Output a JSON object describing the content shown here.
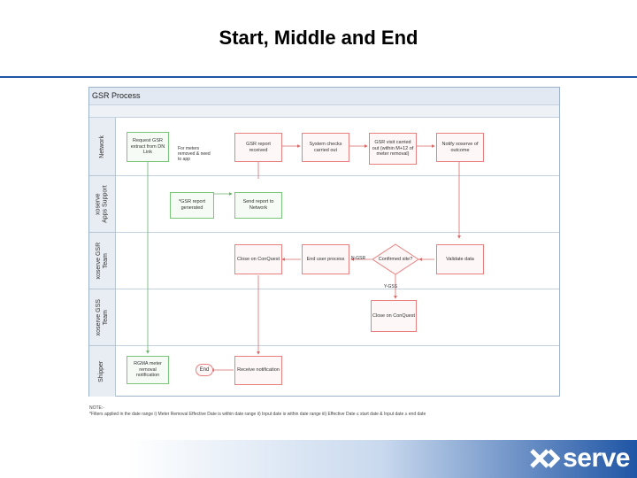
{
  "slide": {
    "title": "Start, Middle and End"
  },
  "diagram": {
    "header": "GSR Process",
    "lanes": [
      {
        "label": "Network"
      },
      {
        "label": "xoserve\nApps Support"
      },
      {
        "label": "xoserve GSR\nTeam"
      },
      {
        "label": "xoserve GSS\nTeam"
      },
      {
        "label": "Shipper"
      }
    ],
    "nodes": {
      "request_gsr": "Request GSR extract from DN Link",
      "gsr_received": "GSR report received",
      "system_checks": "System checks carried out",
      "gsr_visit": "GSR visit carried out (within M+12 of meter removal)",
      "notify_xoserve": "Notify xoserve of outcome",
      "gsr_generated": "*GSR report generated",
      "send_report": "Send report to Network",
      "close_conquest_1": "Close on ConQuest",
      "end_user_process": "End user process",
      "confirmed_site": "Confirmed site?",
      "validate_data": "Validate data",
      "close_conquest_2": "Close on ConQuest",
      "rgma_removal": "RGMA meter removal notification",
      "end": "End",
      "receive_notification": "Receive notification"
    },
    "note_meters": "For meters removed & need to app",
    "label_n": "N-GSR",
    "label_y": "Y-GSS"
  },
  "notes": {
    "heading": "NOTE:-",
    "text": "*Filters applied in the date range i) Meter Removal Effective Date is within date range ii) Input date is within date range iii) Effective Date ≤ start date & Input date ≥ end date"
  },
  "brand": {
    "logo_text": "serve",
    "accent": "#1f55a5"
  }
}
